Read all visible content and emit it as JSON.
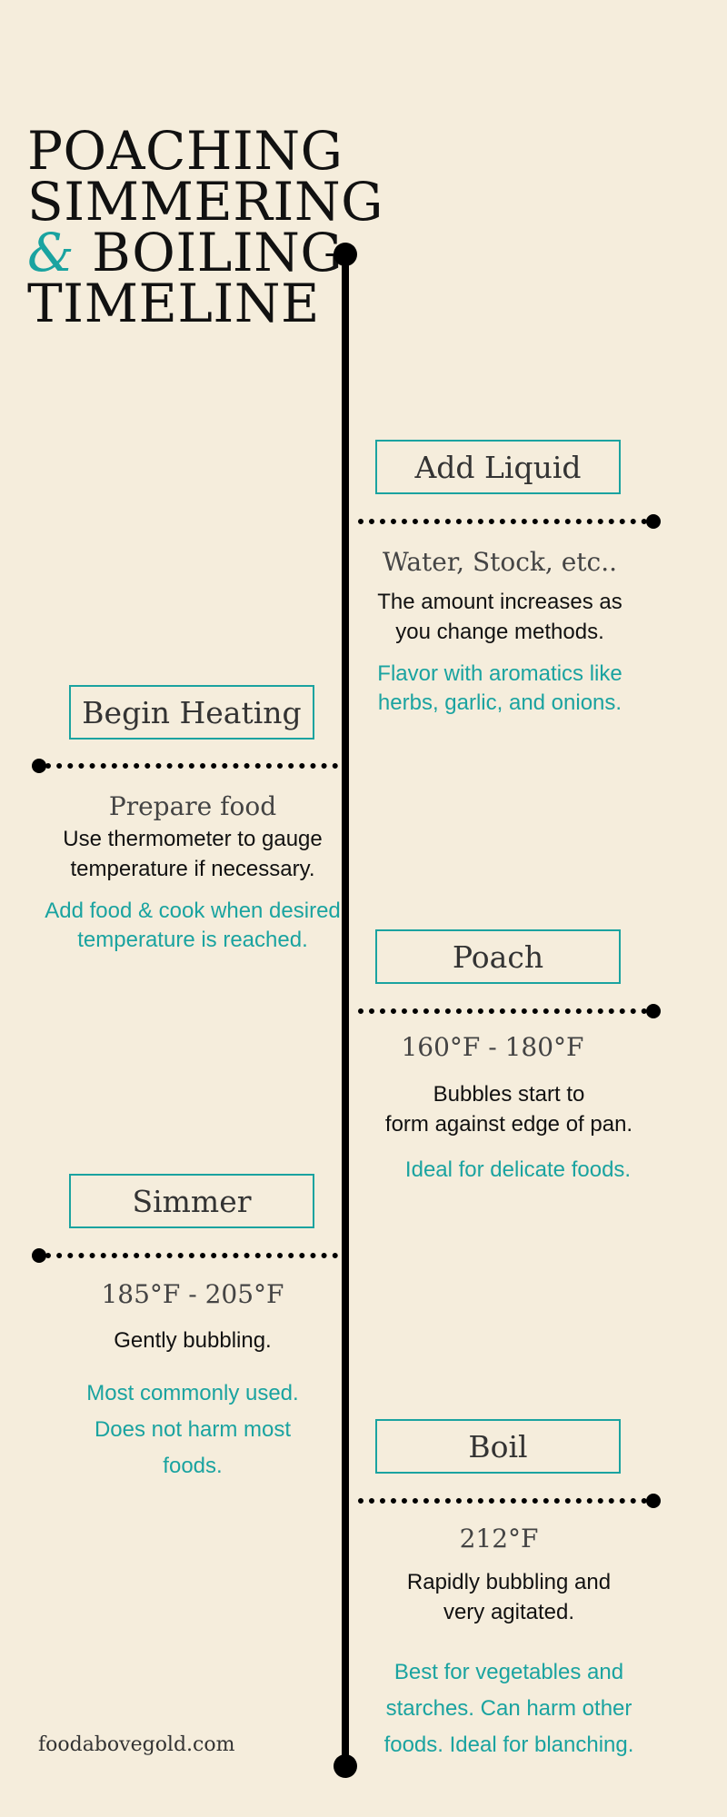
{
  "title": {
    "line1": "POACHING",
    "line2": "SIMMERING",
    "ampersand": "&",
    "line3": "BOILING",
    "line4": "TIMELINE"
  },
  "steps": {
    "add_liquid": {
      "label": "Add Liquid",
      "subtitle": "Water, Stock, etc..",
      "desc1": "The amount increases as",
      "desc2": "you change methods.",
      "note1": "Flavor with aromatics like",
      "note2": "herbs, garlic, and onions."
    },
    "begin_heating": {
      "label": "Begin Heating",
      "subtitle": "Prepare food",
      "desc1": "Use thermometer to gauge",
      "desc2": "temperature if necessary.",
      "note1": "Add food & cook when desired",
      "note2": "temperature is reached."
    },
    "poach": {
      "label": "Poach",
      "subtitle": "160°F - 180°F",
      "desc1": "Bubbles start to",
      "desc2": "form against edge of pan.",
      "note1": "Ideal for delicate foods."
    },
    "simmer": {
      "label": "Simmer",
      "subtitle": "185°F - 205°F",
      "desc1": "Gently bubbling.",
      "note1": "Most commonly used.",
      "note2": "Does not harm most",
      "note3": "foods."
    },
    "boil": {
      "label": "Boil",
      "subtitle": "212°F",
      "desc1": "Rapidly bubbling and",
      "desc2": "very agitated.",
      "note1": "Best for vegetables and",
      "note2": "starches. Can harm other",
      "note3": "foods. Ideal for blanching."
    }
  },
  "footer": "foodabovegold.com",
  "colors": {
    "background": "#f5eddc",
    "accent": "#1aa3a0",
    "line": "#000000"
  }
}
